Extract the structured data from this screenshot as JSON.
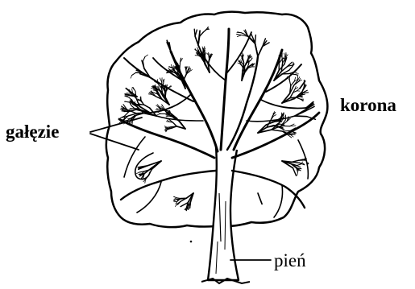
{
  "labels": {
    "crown": "korona",
    "branches": "gałęzie",
    "trunk": "pień"
  },
  "colors": {
    "ink": "#000000",
    "background": "#ffffff"
  }
}
